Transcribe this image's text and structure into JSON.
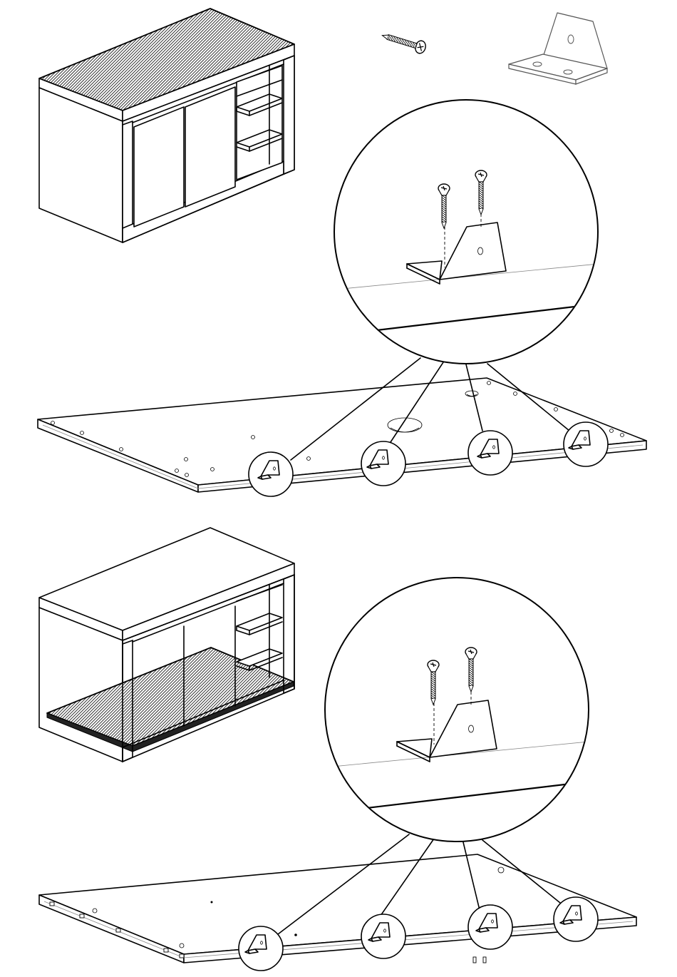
{
  "figure": {
    "icons": {
      "screw": "screw-icon",
      "bracket": "angle-bracket-icon"
    },
    "steps": [
      {
        "id": "top",
        "callouts": 4,
        "screws_in_zoom": 2
      },
      {
        "id": "bottom",
        "callouts": 4,
        "screws_in_zoom": 2
      }
    ],
    "colors": {
      "line": "#000000",
      "background": "#ffffff",
      "hatch": "#000000"
    }
  }
}
